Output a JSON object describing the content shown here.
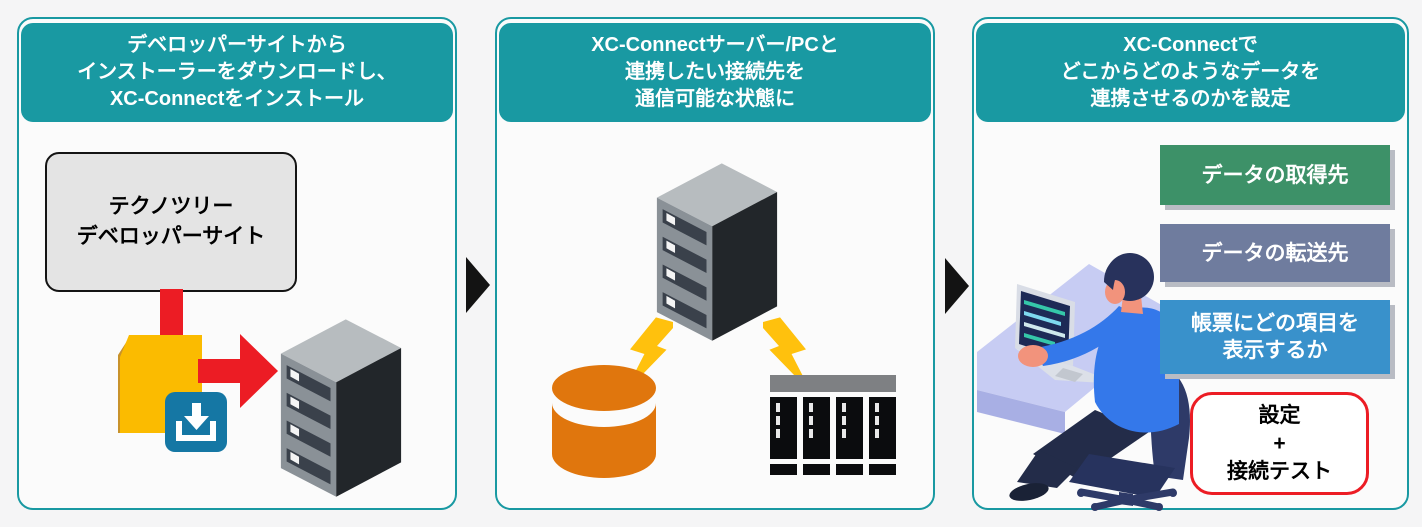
{
  "steps": [
    {
      "header_lines": [
        "デベロッパーサイトから",
        "インストーラーをダウンロードし、",
        "XC-Connectをインストール"
      ],
      "site_box_lines": [
        "テクノツリー",
        "デベロッパーサイト"
      ]
    },
    {
      "header_lines": [
        "XC-Connectサーバー/PCと",
        "連携したい接続先を",
        "通信可能な状態に"
      ]
    },
    {
      "header_lines": [
        "XC-Connectで",
        "どこからどのようなデータを",
        "連携させるのかを設定"
      ],
      "labels": [
        {
          "lines": [
            "データの取得先"
          ],
          "bg": "#3D9168"
        },
        {
          "lines": [
            "データの転送先"
          ],
          "bg": "#6F7C9E"
        },
        {
          "lines": [
            "帳票にどの項目を",
            "表示するか"
          ],
          "bg": "#3991CB"
        }
      ],
      "result_box_lines": [
        "設定",
        "+",
        "接続テスト"
      ]
    }
  ],
  "colors": {
    "accent_teal": "#1999A2",
    "page_bg": "#F5F5F6",
    "panel_bg": "#FBFBFB",
    "flow_red": "#EC1C24",
    "installer_yellow": "#FBBB00",
    "installer_yellow_edge": "#C8922B",
    "download_icon_blue": "#1577A4",
    "database_orange": "#E0760D",
    "lightning_yellow": "#FFC10D",
    "step_arrow_black": "#131313",
    "label_green": "#3D9168",
    "label_slate": "#6F7C9E",
    "label_blue": "#3991CB",
    "server_front": "#8A9197",
    "server_top": "#B7BCBF",
    "server_side": "#22262A"
  }
}
